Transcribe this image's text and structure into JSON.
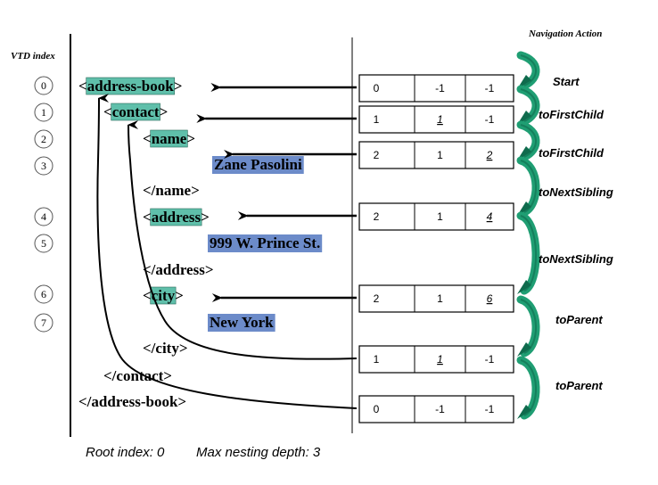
{
  "header": {
    "vtd_index": "VTD index",
    "navigation_action": "Navigation Action"
  },
  "indices": [
    "0",
    "1",
    "2",
    "3",
    "4",
    "5",
    "6",
    "7"
  ],
  "xml_lines": [
    {
      "pre": "<",
      "name": "address-book",
      "post": ">",
      "highlight": "tag"
    },
    {
      "pre": "<",
      "name": "contact",
      "post": ">",
      "highlight": "tag"
    },
    {
      "pre": "<",
      "name": "name",
      "post": ">",
      "highlight": "tag"
    },
    {
      "pre": "",
      "name": "Zane Pasolini",
      "post": "",
      "highlight": "text"
    },
    {
      "pre": "",
      "name": "</name>",
      "post": "",
      "highlight": "none"
    },
    {
      "pre": "<",
      "name": "address",
      "post": ">",
      "highlight": "tag"
    },
    {
      "pre": "",
      "name": "999 W. Prince St.",
      "post": "",
      "highlight": "text"
    },
    {
      "pre": "",
      "name": "</address>",
      "post": "",
      "highlight": "none"
    },
    {
      "pre": "<",
      "name": "city",
      "post": ">",
      "highlight": "tag"
    },
    {
      "pre": "",
      "name": "New York",
      "post": "",
      "highlight": "text"
    },
    {
      "pre": "",
      "name": "</city>",
      "post": "",
      "highlight": "none"
    },
    {
      "pre": "",
      "name": "</contact>",
      "post": "",
      "highlight": "none"
    },
    {
      "pre": "",
      "name": "</address-book>",
      "post": "",
      "highlight": "none"
    }
  ],
  "location_cache": [
    {
      "cells": [
        "0",
        "-1",
        "-1"
      ],
      "underline": [
        false,
        false,
        false
      ]
    },
    {
      "cells": [
        "1",
        "1",
        "-1"
      ],
      "underline": [
        false,
        true,
        false
      ]
    },
    {
      "cells": [
        "2",
        "1",
        "2"
      ],
      "underline": [
        false,
        false,
        true
      ]
    },
    {
      "cells": [
        "2",
        "1",
        "4"
      ],
      "underline": [
        false,
        false,
        true
      ]
    },
    {
      "cells": [
        "2",
        "1",
        "6"
      ],
      "underline": [
        false,
        false,
        true
      ]
    },
    {
      "cells": [
        "1",
        "1",
        "-1"
      ],
      "underline": [
        false,
        true,
        false
      ]
    },
    {
      "cells": [
        "0",
        "-1",
        "-1"
      ],
      "underline": [
        false,
        false,
        false
      ]
    }
  ],
  "actions": [
    "Start",
    "toFirstChild",
    "toFirstChild",
    "toNextSibling",
    "toNextSibling",
    "toParent",
    "toParent"
  ],
  "footer": {
    "root_index": "Root index: 0",
    "max_depth": "Max nesting depth: 3"
  },
  "colors": {
    "tag_highlight": "#5fbfaa",
    "text_highlight": "#6c8bc9",
    "arrow_green": "#1f9e73",
    "arrow_green_dark": "#0f6b4d"
  }
}
